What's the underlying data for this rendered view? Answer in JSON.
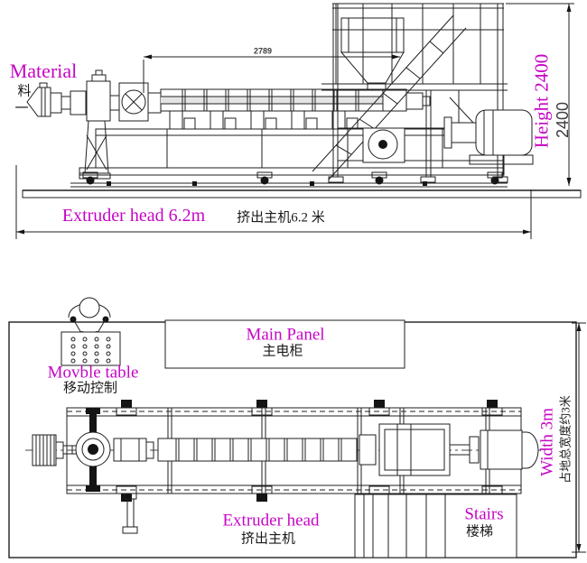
{
  "colors": {
    "accent_magenta": "#c505c5",
    "ink": "#1a1a1a",
    "line": "#1f1f1f",
    "dim_gray": "#4a4a4a"
  },
  "side_view": {
    "labels": {
      "material_en": "Material",
      "material_zh": "料",
      "material_dash": "一",
      "top_dimension": "2789",
      "height_en": "Height 2400",
      "height_value": "2400",
      "length_en": "Extruder head 6.2m",
      "length_zh": "挤出主机6.2 米"
    }
  },
  "plan_view": {
    "labels": {
      "main_panel_en": "Main Panel",
      "main_panel_zh": "主电柜",
      "movable_table_en": "Movble table",
      "movable_table_zh": "移动控制",
      "extruder_head_en": "Extruder head",
      "extruder_head_zh": "挤出主机",
      "stairs_en": "Stairs",
      "stairs_zh": "楼梯",
      "width_en": "Width 3m",
      "width_zh": "占地总宽度约3米"
    }
  }
}
